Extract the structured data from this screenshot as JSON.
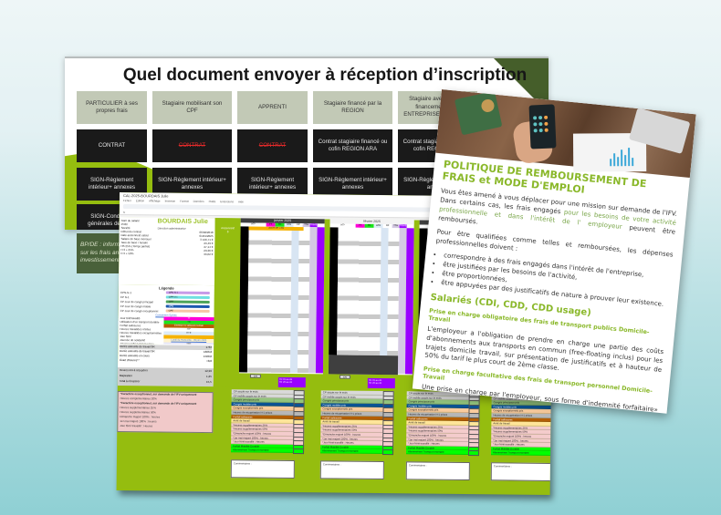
{
  "slide": {
    "title": "Quel document envoyer à réception d’inscription",
    "row_categories": [
      "PARTICULIER à ses propres frais",
      "Stagiaire mobilisant son CPF",
      "APPRENTI",
      "Stagiaire financé par la REGION",
      "Stagiaire avec un financement ENTREPRISE OPCO"
    ],
    "row_contrat": [
      {
        "label": "CONTRAT",
        "struck": false
      },
      {
        "label": "CONTRAT",
        "struck": true
      },
      {
        "label": "CONTRAT",
        "struck": true
      },
      {
        "label": "Contrat stagiaire financé ou cofin REGION ARA",
        "struck": false
      },
      {
        "label": "Contrat stagiaire financé ou cofin REGION ARA",
        "struck": false
      }
    ],
    "row_sign": [
      "SIGN-Règlement intérieur+ annexes",
      "SIGN-Règlement intérieur+ annexes",
      "SIGN-Règlement intérieur+ annexes",
      "SIGN-Règlement intérieur+ annexes",
      "SIGN-Règlement intérieur+ annexes"
    ],
    "row_conditions": "SIGN-Conditions générales de vente",
    "bpde_note": "BP/DE : informations sur les frais annexes et investissement p..."
  },
  "spreadsheet": {
    "doc_title": "CAL-2025-BOURDAIS Julie",
    "menu": [
      "Fichier",
      "Édition",
      "Affichage",
      "Insertion",
      "Format",
      "Données",
      "Outils",
      "Extensions",
      "Aide"
    ],
    "employee_name": "BOURDAIS Julie",
    "employee_role": "Direction administrative",
    "info_labels": [
      {
        "label": "Nom du salarié",
        "value": ""
      },
      {
        "label": "Profil",
        "value": ""
      },
      {
        "label": "Société",
        "value": ""
      },
      {
        "label": "Début du contrat",
        "value": "06/02/2018"
      },
      {
        "label": "Date ancienneté calcul",
        "value": "01/01/2025"
      },
      {
        "label": "Salaire de base mensuel",
        "value": "3 136,71 €"
      },
      {
        "label": "Taux de base / horaire",
        "value": "23,49 €"
      },
      {
        "label": "HS 25% (Temps partiel)",
        "value": "27,14 €"
      },
      {
        "label": "H 3 + 25%",
        "value": "29,36 €"
      },
      {
        "label": "H 3 + 50%",
        "value": "33,62 €"
      }
    ],
    "anciennete_label": "Ancienneté",
    "anciennete_value": "8",
    "legend_title": "Légende",
    "legend_rows": [
      {
        "label": "CPN-N-1",
        "swatch": "CPN N-1",
        "color": "#c79be8"
      },
      {
        "label": "CP N-1",
        "swatch": "CPP N-1",
        "color": "#6fe0e0"
      },
      {
        "label": "CP Jour de congé principal",
        "swatch": "CPP",
        "color": "#4fa55a"
      },
      {
        "label": "CP Jour de congé mobile",
        "swatch": "CPM",
        "color": "#1d59b0"
      },
      {
        "label": "CP Jour de congé exceptionnel",
        "swatch": "CPE",
        "color": "#f6c6a7"
      }
    ],
    "legend_link": "Convention Syntec",
    "legend_blocks": [
      {
        "label": "Jour télétravaillé",
        "value": "TT",
        "color": "#ff00d8"
      },
      {
        "label": "Utilisation d'un transport durable",
        "value": "TD",
        "color": "#1ae51a"
      },
      {
        "label": "Forfait salissures",
        "value": "Entretien & salissure terrain",
        "color": "#b85c00"
      },
      {
        "label": "Heures travaillées réelles",
        "value": "HT*",
        "color": "#ffffff"
      },
      {
        "label": "Heures travaillées exceptionnelles",
        "value": "HTE",
        "color": "#ddebf7"
      },
      {
        "label": "Jour férié",
        "value": "",
        "color": "#f6b200"
      },
      {
        "label": "Journée de solidarité",
        "value": "Lundi de Pentecôte - 09 juin 2025",
        "color": "#fff3cc"
      },
      {
        "label": "Total travaillé hebdomadaire",
        "value": "TTH",
        "color": "#e6e6f7"
      }
    ],
    "totals": [
      {
        "label": "Durée annuelle de travail SR",
        "value": "1767",
        "extra": "227"
      },
      {
        "label": "",
        "value": "",
        "extra": "85%"
      },
      {
        "label": "Durée annuelle de travail SR",
        "value": "1606,8",
        "extra": "135,17"
      },
      {
        "label": "Durée annuelle en cours",
        "value": "1500,0",
        "extra": "***"
      },
      {
        "label": "Écart d'heures**",
        "value": "+8,8",
        "extra": "19"
      }
    ],
    "recap": [
      {
        "label": "Heures RH à récupérer",
        "value": "12,93"
      },
      {
        "label": "Majoration",
        "value": "1,25"
      },
      {
        "label": "Total à récupérer",
        "value": "15,5"
      }
    ],
    "months": [
      {
        "name": "janvier 2025",
        "holiday_label": "JOUR DE L'AN"
      },
      {
        "name": "février 2025",
        "holiday_label": ""
      },
      {
        "name": "mars 2025",
        "holiday_label": ""
      }
    ],
    "month_subheaders": [
      "HT*",
      "TT",
      "TD",
      "HTE",
      "CP",
      "TTH",
      "TRIMESTRE"
    ],
    "footer_counter": "120",
    "tt_boxes": [
      "TR 01 au 26",
      "TR 26 au 31"
    ],
    "cp_labels": [
      {
        "label": "CP acquis sur le mois",
        "value": "2,5"
      },
      {
        "label": "CP mobile acquis sur le mois",
        "value": "0,4"
      }
    ],
    "pink_box": [
      {
        "label": "*Caractère exceptionnel, sur demande de l'IFV uniquement",
        "heading": true
      },
      {
        "label": "Heures complémentaires 20%",
        "heading": false
      },
      {
        "label": "*Caractère exceptionnel, sur demande de l'IFV uniquement",
        "heading": true
      },
      {
        "label": "Heures supplémentaires 25%",
        "heading": false
      },
      {
        "label": "Heures supplémentaires 50%",
        "heading": false
      },
      {
        "label": "Dimanche majoré 100% : heures",
        "heading": false
      },
      {
        "label": "1er mai majoré 100% : heures",
        "heading": false
      },
      {
        "label": "Jour férié travaillé : Heures",
        "heading": false
      }
    ],
    "monthly_summary": [
      {
        "label": "CP acquis sur le mois",
        "color": "#d9d9d9"
      },
      {
        "label": "CP mobile acquis sur le mois",
        "color": "#d9d9d9"
      },
      {
        "label": "Congés principaux pris",
        "color": "#93c47d"
      },
      {
        "label": "Congés mobiles pris",
        "color": "#0b5394",
        "text": "#ffffff"
      },
      {
        "label": "Congés exceptionnels pris",
        "color": "#f9cb9c"
      },
      {
        "label": "Heures de récupération N-1 prises",
        "color": "#b7b7b7"
      },
      {
        "label": "Forfait salissures",
        "color": "#b45f06",
        "text": "#ffffff"
      },
      {
        "label": "Arrêt de travail",
        "color": "#ffe599"
      },
      {
        "label": "*Heures supplémentaires 25%",
        "color": "#f4cccc"
      },
      {
        "label": "*Heures supplémentaires 50%",
        "color": "#f4cccc"
      },
      {
        "label": "*Dimanche majoré 100% : heures",
        "color": "#f4cccc"
      },
      {
        "label": "*1er mai majoré 100% : heures",
        "color": "#f4cccc"
      },
      {
        "label": "*Jour férié travaillé : Heures",
        "color": "#f4cccc"
      },
      {
        "label": "Forfait Mobilité Durable",
        "color": "#00ff00"
      },
      {
        "label": "Abonnement Transport montant",
        "color": "#00ff00"
      }
    ],
    "comment_label": "Commentaires :"
  },
  "document": {
    "title": "POLITIQUE DE REMBOURSEMENT DE FRAIS et MODE D'EMPLOI",
    "intro_a": "Vous êtes amené à vous déplacer pour une mission sur demande de l'IFV. Dans certains cas, les frais engagés ",
    "intro_hl": "pour les besoins de votre activité professionnelle et dans l'intérêt de l' employeur",
    "intro_b": " peuvent être remboursés.",
    "qualify": "Pour être qualifiées comme telles et remboursées, les dépenses professionnelles doivent :",
    "bullets": [
      "correspondre à des frais engagés dans l'intérêt de l'entreprise,",
      "être justifiées par les besoins de l'activité,",
      "être proportionnées,",
      "être appuyées par des justificatifs de nature à prouver leur existence."
    ],
    "section_title": "Salariés (CDI, CDD, CDD usage)",
    "sub1": "Prise en charge obligatoire des frais de transport publics Domicile-Travail",
    "para1": "L'employeur a l'obligation de prendre en charge une partie des coûts d'abonnements aux transports en commun (free-floating inclus) pour les trajets domicile travail, sur présentation de justificatifs et à hauteur de 50% du tarif le plus court de 2ème classe.",
    "sub2": "Prise en charge facultative des frais de transport personnel Domicile-Travail",
    "para2": "Une prise en charge par l'employeur, sous forme d'indemnité forfaitaire» pour les déplacements entre leur résidence habituelle et leur lieu de travail est"
  }
}
